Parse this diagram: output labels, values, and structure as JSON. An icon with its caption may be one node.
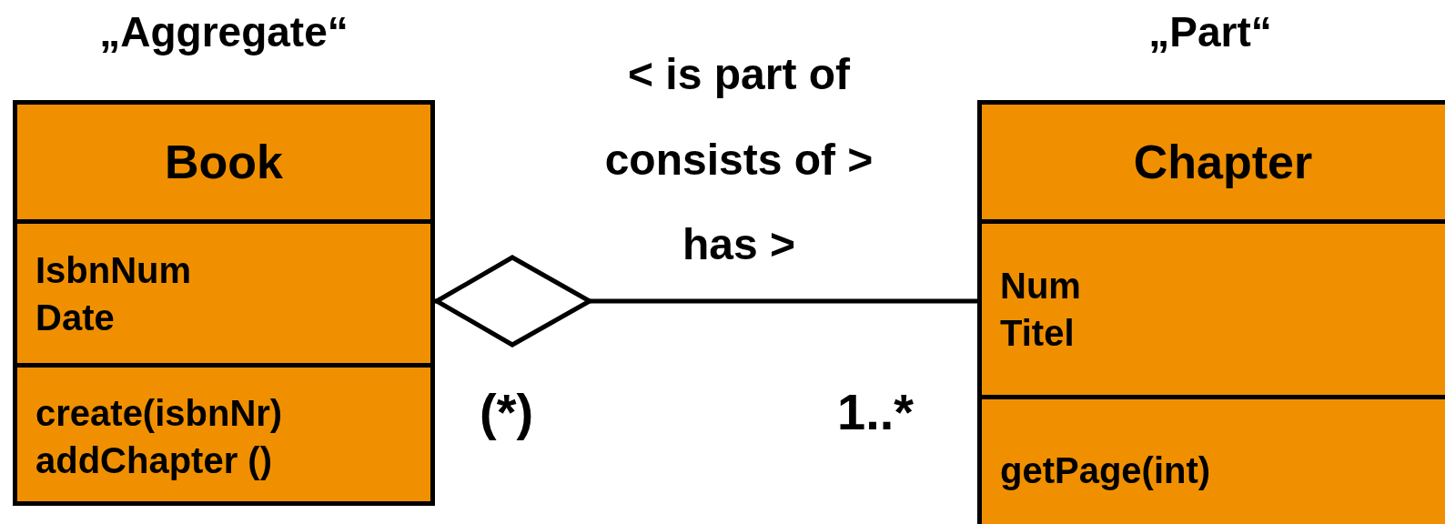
{
  "diagram": {
    "nodes": [
      {
        "text": [
          "Book"
        ],
        "beside": [
          "„Aggregate“"
        ]
      },
      {
        "text": [
          "IsbnNum",
          "Date"
        ],
        "in": 0
      },
      {
        "text": [
          "create(isbnNr)",
          "addChapter ()"
        ],
        "in": 0
      },
      {
        "text": [
          "Chapter"
        ],
        "beside": [
          "„Part“"
        ]
      },
      {
        "text": [
          "Num",
          "Titel"
        ],
        "in": 3
      },
      {
        "text": [
          "getPage(int)"
        ],
        "in": 3
      }
    ],
    "edges": [
      {
        "from": 0,
        "to": 3,
        "arrow": "other",
        "label": "< is part of consists of > has >"
      }
    ],
    "labels": [
      "(*)",
      "1..*"
    ]
  }
}
